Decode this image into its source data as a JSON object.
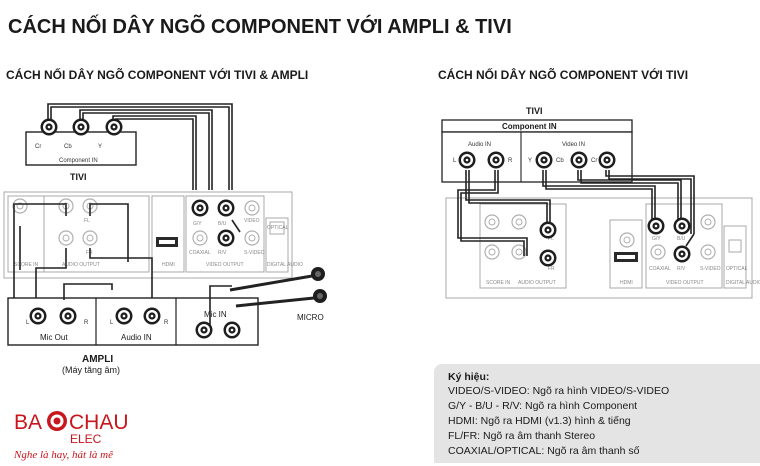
{
  "main_title": "CÁCH NỐI DÂY NGÕ COMPONENT VỚI AMPLI & TIVI",
  "left": {
    "subtitle": "CÁCH NỐI DÂY NGÕ COMPONENT VỚI TIVI & AMPLI",
    "tivi_box": {
      "caption": "Component IN",
      "jacks": [
        "Cr",
        "Cb",
        "Y"
      ]
    },
    "tivi_label": "TIVI",
    "player": {
      "score_in": "SCORE IN",
      "audio_output": "AUDIO OUTPUT",
      "fl": "FL",
      "fr": "FR",
      "hdmi": "HDMI",
      "video_output": "VIDEO OUTPUT",
      "coaxial": "COAXIAL",
      "optical": "OPTICAL",
      "digital_audio": "DIGITAL AUDIO",
      "gy": "G/Y",
      "bu": "B/U",
      "rv": "R/V",
      "svideo": "S-VIDEO",
      "video": "VIDEO"
    },
    "ampli": {
      "mic_out": "Mic Out",
      "audio_in": "Audio IN",
      "mic_in": "Mic IN",
      "l": "L",
      "r": "R",
      "label": "AMPLI",
      "sublabel": "(Máy tăng âm)"
    },
    "micro_label": "MICRO"
  },
  "right": {
    "subtitle": "CÁCH NỐI DÂY NGÕ COMPONENT VỚI TIVI",
    "tivi_label": "TIVI",
    "component_in": "Component IN",
    "audio_in": "Audio IN",
    "video_in": "Video IN",
    "audio_jacks": [
      "L",
      "R"
    ],
    "video_jacks": [
      "Y",
      "Cb",
      "Cr"
    ]
  },
  "legend": {
    "title": "Ký hiệu:",
    "lines": [
      "VIDEO/S-VIDEO: Ngõ ra hình VIDEO/S-VIDEO",
      "G/Y - B/U - R/V: Ngõ ra hình Component",
      "HDMI: Ngõ ra HDMI (v1.3) hình & tiếng",
      "FL/FR: Ngõ ra âm thanh Stereo",
      "COAXIAL/OPTICAL: Ngõ ra âm thanh số"
    ]
  },
  "logo": {
    "brand_left": "BA",
    "brand_right": "CHAU",
    "brand_sub": "ELEC",
    "slogan": "Nghe là hay, hát là mê"
  },
  "colors": {
    "text": "#1a1a1a",
    "accent": "#c8161d",
    "legend_bg": "#e4e4e4"
  }
}
